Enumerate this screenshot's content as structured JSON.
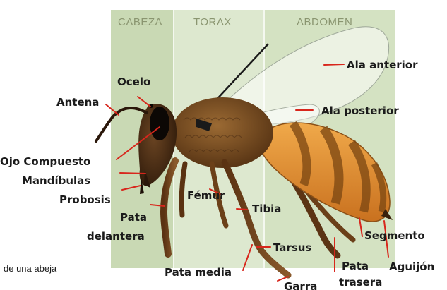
{
  "regions": {
    "head": "CABEZA",
    "thorax": "TORAX",
    "abdomen": "ABDOMEN"
  },
  "labels": {
    "antena": "Antena",
    "ocelo": "Ocelo",
    "ojo_compuesto": "Ojo Compuesto",
    "mandibulas": "Mandíbulas",
    "probosis": "Probosis",
    "pata_delantera_1": "Pata",
    "pata_delantera_2": "delantera",
    "femur": "Fémur",
    "tibia": "Tibia",
    "tarsus": "Tarsus",
    "pata_media": "Pata media",
    "garra": "Garra",
    "pata_trasera_1": "Pata",
    "pata_trasera_2": "trasera",
    "segmento": "Segmento",
    "aguijon": "Aguijón",
    "ala_anterior": "Ala anterior",
    "ala_posterior": "Ala posterior"
  },
  "caption": "de una abeja",
  "colors": {
    "panel_head": "#c9d9b4",
    "panel_thorax": "#dbe7cc",
    "panel_abdomen": "#d3e2c0",
    "leader": "#d8261c",
    "abdomen_band": "#e5983a",
    "abdomen_stripe": "#7a4512",
    "thorax_fur": "#7a4e22"
  }
}
